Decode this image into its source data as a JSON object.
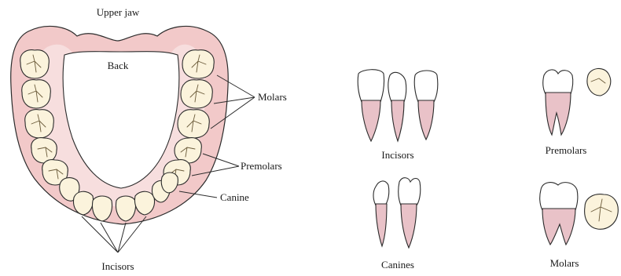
{
  "labels": {
    "upper_jaw": "Upper jaw",
    "back": "Back",
    "molars": "Molars",
    "premolars": "Premolars",
    "canine": "Canine",
    "incisors": "Incisors"
  },
  "groups": {
    "incisors": "Incisors",
    "premolars": "Premolars",
    "canines": "Canines",
    "molars": "Molars"
  }
}
